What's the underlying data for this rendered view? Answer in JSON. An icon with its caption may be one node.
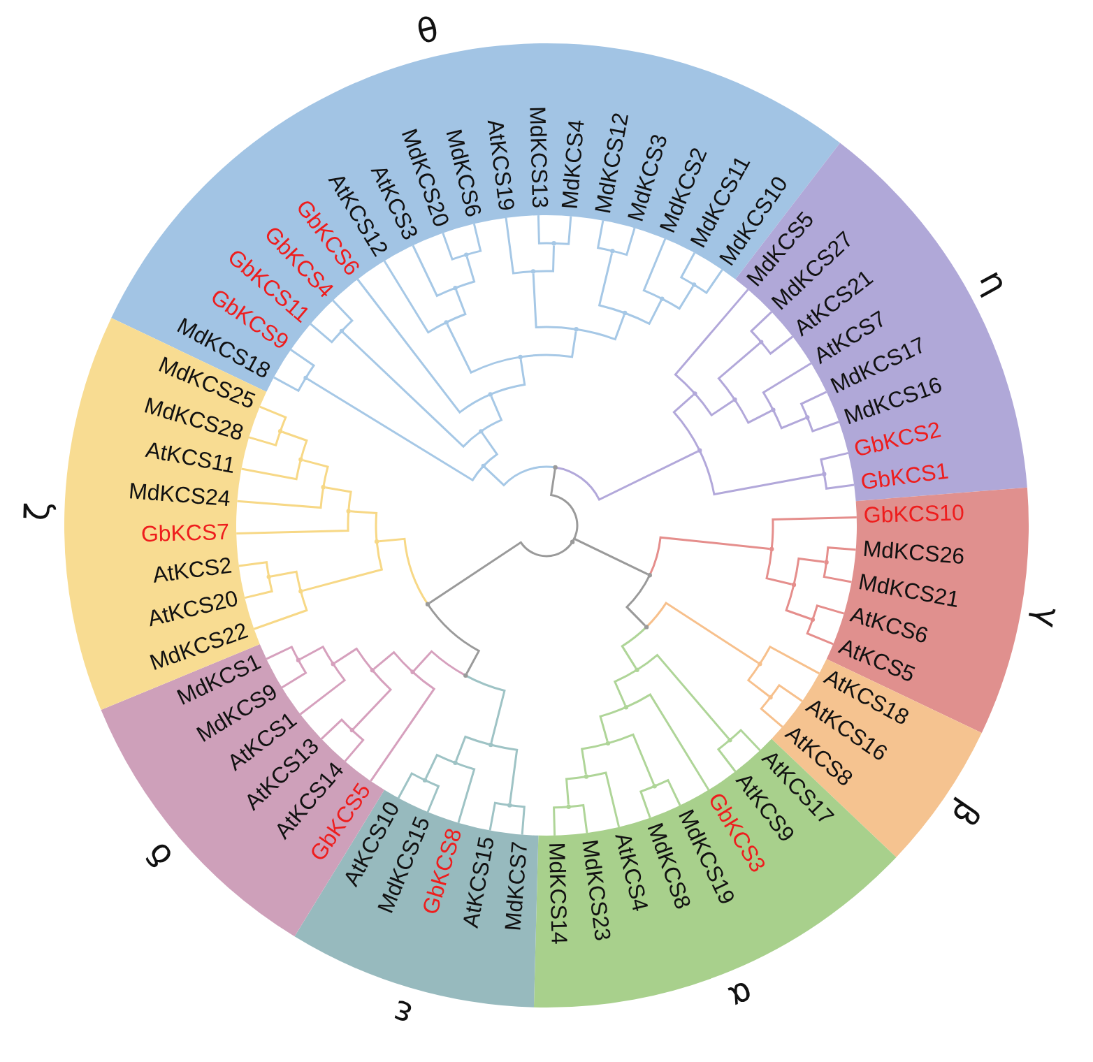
{
  "diagram": {
    "nodes": [
      {
        "text": [
          "θ"
        ]
      },
      {
        "text": [
          "η"
        ]
      },
      {
        "text": [
          "γ"
        ]
      },
      {
        "text": [
          "β"
        ]
      },
      {
        "text": [
          "α"
        ]
      },
      {
        "text": [
          "ε"
        ]
      },
      {
        "text": [
          "δ"
        ]
      },
      {
        "text": [
          "ζ"
        ]
      },
      {
        "text": [
          "MdKCS18"
        ],
        "in": 0
      },
      {
        "text": [
          "GbKCS9"
        ],
        "in": 0
      },
      {
        "text": [
          "GbKCS11"
        ],
        "in": 0
      },
      {
        "text": [
          "GbKCS4"
        ],
        "in": 0
      },
      {
        "text": [
          "GbKCS6"
        ],
        "in": 0
      },
      {
        "text": [
          "AtKCS12"
        ],
        "in": 0
      },
      {
        "text": [
          "AtKCS3"
        ],
        "in": 0
      },
      {
        "text": [
          "MdKCS20"
        ],
        "in": 0
      },
      {
        "text": [
          "MdKCS6"
        ],
        "in": 0
      },
      {
        "text": [
          "AtKCS19"
        ],
        "in": 0
      },
      {
        "text": [
          "MdKCS13"
        ],
        "in": 0
      },
      {
        "text": [
          "MdKCS4"
        ],
        "in": 0
      },
      {
        "text": [
          "MdKCS12"
        ],
        "in": 0
      },
      {
        "text": [
          "MdKCS3"
        ],
        "in": 0
      },
      {
        "text": [
          "MdKCS2"
        ],
        "in": 0
      },
      {
        "text": [
          "MdKCS11"
        ],
        "in": 0
      },
      {
        "text": [
          "MdKCS10"
        ],
        "in": 0
      },
      {
        "text": [
          "MdKCS5"
        ],
        "in": 1
      },
      {
        "text": [
          "MdKCS27"
        ],
        "in": 1
      },
      {
        "text": [
          "AtKCS21"
        ],
        "in": 1
      },
      {
        "text": [
          "AtKCS7"
        ],
        "in": 1
      },
      {
        "text": [
          "MdKCS17"
        ],
        "in": 1
      },
      {
        "text": [
          "MdKCS16"
        ],
        "in": 1
      },
      {
        "text": [
          "GbKCS2"
        ],
        "in": 1
      },
      {
        "text": [
          "GbKCS1"
        ],
        "in": 1
      },
      {
        "text": [
          "GbKCS10"
        ],
        "in": 2
      },
      {
        "text": [
          "MdKCS26"
        ],
        "in": 2
      },
      {
        "text": [
          "MdKCS21"
        ],
        "in": 2
      },
      {
        "text": [
          "AtKCS6"
        ],
        "in": 2
      },
      {
        "text": [
          "AtKCS5"
        ],
        "in": 2
      },
      {
        "text": [
          "AtKCS18"
        ],
        "in": 3
      },
      {
        "text": [
          "AtKCS16"
        ],
        "in": 3
      },
      {
        "text": [
          "AtKCS8"
        ],
        "in": 3
      },
      {
        "text": [
          "AtKCS17"
        ],
        "in": 4
      },
      {
        "text": [
          "AtKCS9"
        ],
        "in": 4
      },
      {
        "text": [
          "GbKCS3"
        ],
        "in": 4
      },
      {
        "text": [
          "MdKCS19"
        ],
        "in": 4
      },
      {
        "text": [
          "MdKCS8"
        ],
        "in": 4
      },
      {
        "text": [
          "AtKCS4"
        ],
        "in": 4
      },
      {
        "text": [
          "MdKCS23"
        ],
        "in": 4
      },
      {
        "text": [
          "MdKCS14"
        ],
        "in": 4
      },
      {
        "text": [
          "MdKCS7"
        ],
        "in": 5
      },
      {
        "text": [
          "AtKCS15"
        ],
        "in": 5
      },
      {
        "text": [
          "GbKCS8"
        ],
        "in": 5
      },
      {
        "text": [
          "MdKCS15"
        ],
        "in": 5
      },
      {
        "text": [
          "AtKCS10"
        ],
        "in": 5
      },
      {
        "text": [
          "GbKCS5"
        ],
        "in": 6
      },
      {
        "text": [
          "AtKCS14"
        ],
        "in": 6
      },
      {
        "text": [
          "AtKCS13"
        ],
        "in": 6
      },
      {
        "text": [
          "AtKCS1"
        ],
        "in": 6
      },
      {
        "text": [
          "MdKCS9"
        ],
        "in": 6
      },
      {
        "text": [
          "MdKCS1"
        ],
        "in": 6
      },
      {
        "text": [
          "MdKCS22"
        ],
        "in": 7
      },
      {
        "text": [
          "AtKCS20"
        ],
        "in": 7
      },
      {
        "text": [
          "AtKCS2"
        ],
        "in": 7
      },
      {
        "text": [
          "GbKCS7"
        ],
        "in": 7
      },
      {
        "text": [
          "MdKCS24"
        ],
        "in": 7
      },
      {
        "text": [
          "AtKCS11"
        ],
        "in": 7
      },
      {
        "text": [
          "MdKCS28"
        ],
        "in": 7
      },
      {
        "text": [
          "MdKCS25"
        ],
        "in": 7
      },
      {
        "text": [],
        "shape": "dot"
      },
      {
        "text": [],
        "shape": "dot"
      },
      {
        "text": [],
        "shape": "dot"
      },
      {
        "text": [],
        "shape": "dot"
      },
      {
        "text": [],
        "shape": "dot"
      },
      {
        "text": [],
        "shape": "dot"
      },
      {
        "text": [],
        "shape": "dot"
      },
      {
        "text": [],
        "shape": "dot"
      },
      {
        "text": [],
        "shape": "dot"
      },
      {
        "text": [],
        "shape": "dot"
      },
      {
        "text": [],
        "shape": "dot"
      },
      {
        "text": [],
        "shape": "dot"
      },
      {
        "text": [],
        "shape": "dot"
      },
      {
        "text": [],
        "shape": "dot"
      },
      {
        "text": [],
        "shape": "dot"
      },
      {
        "text": [],
        "shape": "dot"
      },
      {
        "text": [],
        "shape": "dot"
      },
      {
        "text": [],
        "shape": "dot"
      },
      {
        "text": [],
        "shape": "dot"
      },
      {
        "text": [],
        "shape": "dot"
      },
      {
        "text": [],
        "shape": "dot"
      },
      {
        "text": [],
        "shape": "dot"
      },
      {
        "text": [],
        "shape": "dot"
      },
      {
        "text": [],
        "shape": "dot"
      },
      {
        "text": [],
        "shape": "dot"
      },
      {
        "text": [],
        "shape": "dot"
      },
      {
        "text": [],
        "shape": "dot"
      },
      {
        "text": [],
        "shape": "dot"
      },
      {
        "text": [],
        "shape": "dot"
      },
      {
        "text": [],
        "shape": "dot"
      },
      {
        "text": [],
        "shape": "dot"
      },
      {
        "text": [],
        "shape": "dot"
      },
      {
        "text": [],
        "shape": "dot"
      },
      {
        "text": [],
        "shape": "dot"
      },
      {
        "text": [],
        "shape": "dot"
      },
      {
        "text": [],
        "shape": "dot"
      },
      {
        "text": [],
        "shape": "dot"
      },
      {
        "text": [],
        "shape": "dot"
      },
      {
        "text": [],
        "shape": "dot"
      },
      {
        "text": [],
        "shape": "dot"
      },
      {
        "text": [],
        "shape": "dot"
      },
      {
        "text": [],
        "shape": "dot"
      },
      {
        "text": [],
        "shape": "dot"
      },
      {
        "text": [],
        "shape": "dot"
      },
      {
        "text": [],
        "shape": "dot"
      },
      {
        "text": [],
        "shape": "dot"
      },
      {
        "text": [],
        "shape": "dot"
      },
      {
        "text": [],
        "shape": "dot"
      },
      {
        "text": [],
        "shape": "dot"
      },
      {
        "text": [],
        "shape": "dot"
      },
      {
        "text": [],
        "shape": "dot"
      },
      {
        "text": [],
        "shape": "dot"
      },
      {
        "text": [],
        "shape": "dot"
      },
      {
        "text": [],
        "shape": "dot"
      },
      {
        "text": [],
        "shape": "dot"
      },
      {
        "text": [],
        "shape": "dot"
      },
      {
        "text": [],
        "shape": "dot"
      },
      {
        "text": [],
        "shape": "dot"
      }
    ],
    "edges": [
      {
        "from": 68,
        "to": 69,
        "arrow": "none"
      },
      {
        "from": 68,
        "to": 70,
        "arrow": "none"
      },
      {
        "from": 68,
        "to": 72,
        "arrow": "none"
      },
      {
        "from": 70,
        "to": 71,
        "arrow": "none"
      },
      {
        "from": 72,
        "to": 73,
        "arrow": "none"
      },
      {
        "from": 69,
        "to": 74,
        "arrow": "none",
        "color": "#a6c8e6"
      },
      {
        "from": 74,
        "to": 82,
        "arrow": "none",
        "color": "#a6c8e6"
      },
      {
        "from": 74,
        "to": 83,
        "arrow": "none",
        "color": "#a6c8e6"
      },
      {
        "from": 82,
        "to": 8,
        "arrow": "none",
        "color": "#a6c8e6"
      },
      {
        "from": 82,
        "to": 9,
        "arrow": "none",
        "color": "#a6c8e6"
      },
      {
        "from": 83,
        "to": 84,
        "arrow": "none",
        "color": "#a6c8e6"
      },
      {
        "from": 83,
        "to": 85,
        "arrow": "none",
        "color": "#a6c8e6"
      },
      {
        "from": 84,
        "to": 10,
        "arrow": "none",
        "color": "#a6c8e6"
      },
      {
        "from": 84,
        "to": 11,
        "arrow": "none",
        "color": "#a6c8e6"
      },
      {
        "from": 85,
        "to": 12,
        "arrow": "none",
        "color": "#a6c8e6"
      },
      {
        "from": 85,
        "to": 86,
        "arrow": "none",
        "color": "#a6c8e6"
      },
      {
        "from": 86,
        "to": 87,
        "arrow": "none",
        "color": "#a6c8e6"
      },
      {
        "from": 86,
        "to": 90,
        "arrow": "none",
        "color": "#a6c8e6"
      },
      {
        "from": 87,
        "to": 13,
        "arrow": "none",
        "color": "#a6c8e6"
      },
      {
        "from": 87,
        "to": 88,
        "arrow": "none",
        "color": "#a6c8e6"
      },
      {
        "from": 88,
        "to": 14,
        "arrow": "none",
        "color": "#a6c8e6"
      },
      {
        "from": 88,
        "to": 89,
        "arrow": "none",
        "color": "#a6c8e6"
      },
      {
        "from": 89,
        "to": 15,
        "arrow": "none",
        "color": "#a6c8e6"
      },
      {
        "from": 89,
        "to": 16,
        "arrow": "none",
        "color": "#a6c8e6"
      },
      {
        "from": 90,
        "to": 91,
        "arrow": "none",
        "color": "#a6c8e6"
      },
      {
        "from": 90,
        "to": 92,
        "arrow": "none",
        "color": "#a6c8e6"
      },
      {
        "from": 91,
        "to": 17,
        "arrow": "none",
        "color": "#a6c8e6"
      },
      {
        "from": 91,
        "to": 93,
        "arrow": "none",
        "color": "#a6c8e6"
      },
      {
        "from": 93,
        "to": 18,
        "arrow": "none",
        "color": "#a6c8e6"
      },
      {
        "from": 93,
        "to": 19,
        "arrow": "none",
        "color": "#a6c8e6"
      },
      {
        "from": 92,
        "to": 94,
        "arrow": "none",
        "color": "#a6c8e6"
      },
      {
        "from": 92,
        "to": 95,
        "arrow": "none",
        "color": "#a6c8e6"
      },
      {
        "from": 94,
        "to": 20,
        "arrow": "none",
        "color": "#a6c8e6"
      },
      {
        "from": 94,
        "to": 21,
        "arrow": "none",
        "color": "#a6c8e6"
      },
      {
        "from": 95,
        "to": 22,
        "arrow": "none",
        "color": "#a6c8e6"
      },
      {
        "from": 95,
        "to": 96,
        "arrow": "none",
        "color": "#a6c8e6"
      },
      {
        "from": 96,
        "to": 23,
        "arrow": "none",
        "color": "#a6c8e6"
      },
      {
        "from": 96,
        "to": 24,
        "arrow": "none",
        "color": "#a6c8e6"
      },
      {
        "from": 69,
        "to": 75,
        "arrow": "none",
        "color": "#b2a8da"
      },
      {
        "from": 75,
        "to": 97,
        "arrow": "none",
        "color": "#b2a8da"
      },
      {
        "from": 75,
        "to": 98,
        "arrow": "none",
        "color": "#b2a8da"
      },
      {
        "from": 97,
        "to": 25,
        "arrow": "none",
        "color": "#b2a8da"
      },
      {
        "from": 97,
        "to": 99,
        "arrow": "none",
        "color": "#b2a8da"
      },
      {
        "from": 99,
        "to": 100,
        "arrow": "none",
        "color": "#b2a8da"
      },
      {
        "from": 99,
        "to": 101,
        "arrow": "none",
        "color": "#b2a8da"
      },
      {
        "from": 100,
        "to": 26,
        "arrow": "none",
        "color": "#b2a8da"
      },
      {
        "from": 100,
        "to": 27,
        "arrow": "none",
        "color": "#b2a8da"
      },
      {
        "from": 101,
        "to": 28,
        "arrow": "none",
        "color": "#b2a8da"
      },
      {
        "from": 101,
        "to": 102,
        "arrow": "none",
        "color": "#b2a8da"
      },
      {
        "from": 102,
        "to": 29,
        "arrow": "none",
        "color": "#b2a8da"
      },
      {
        "from": 102,
        "to": 30,
        "arrow": "none",
        "color": "#b2a8da"
      },
      {
        "from": 98,
        "to": 31,
        "arrow": "none",
        "color": "#b2a8da"
      },
      {
        "from": 98,
        "to": 32,
        "arrow": "none",
        "color": "#b2a8da"
      },
      {
        "from": 70,
        "to": 76,
        "arrow": "none",
        "color": "#e58e8c"
      },
      {
        "from": 76,
        "to": 33,
        "arrow": "none",
        "color": "#e58e8c"
      },
      {
        "from": 76,
        "to": 103,
        "arrow": "none",
        "color": "#e58e8c"
      },
      {
        "from": 103,
        "to": 104,
        "arrow": "none",
        "color": "#e58e8c"
      },
      {
        "from": 103,
        "to": 105,
        "arrow": "none",
        "color": "#e58e8c"
      },
      {
        "from": 104,
        "to": 34,
        "arrow": "none",
        "color": "#e58e8c"
      },
      {
        "from": 104,
        "to": 35,
        "arrow": "none",
        "color": "#e58e8c"
      },
      {
        "from": 105,
        "to": 36,
        "arrow": "none",
        "color": "#e58e8c"
      },
      {
        "from": 105,
        "to": 37,
        "arrow": "none",
        "color": "#e58e8c"
      },
      {
        "from": 71,
        "to": 77,
        "arrow": "none",
        "color": "#f7c08c"
      },
      {
        "from": 77,
        "to": 38,
        "arrow": "none",
        "color": "#f7c08c"
      },
      {
        "from": 77,
        "to": 106,
        "arrow": "none",
        "color": "#f7c08c"
      },
      {
        "from": 106,
        "to": 39,
        "arrow": "none",
        "color": "#f7c08c"
      },
      {
        "from": 106,
        "to": 40,
        "arrow": "none",
        "color": "#f7c08c"
      },
      {
        "from": 71,
        "to": 78,
        "arrow": "none",
        "color": "#afd598"
      },
      {
        "from": 78,
        "to": 107,
        "arrow": "none",
        "color": "#afd598"
      },
      {
        "from": 78,
        "to": 108,
        "arrow": "none",
        "color": "#afd598"
      },
      {
        "from": 107,
        "to": 41,
        "arrow": "none",
        "color": "#afd598"
      },
      {
        "from": 107,
        "to": 42,
        "arrow": "none",
        "color": "#afd598"
      },
      {
        "from": 108,
        "to": 43,
        "arrow": "none",
        "color": "#afd598"
      },
      {
        "from": 108,
        "to": 109,
        "arrow": "none",
        "color": "#afd598"
      },
      {
        "from": 109,
        "to": 110,
        "arrow": "none",
        "color": "#afd598"
      },
      {
        "from": 109,
        "to": 111,
        "arrow": "none",
        "color": "#afd598"
      },
      {
        "from": 110,
        "to": 44,
        "arrow": "none",
        "color": "#afd598"
      },
      {
        "from": 110,
        "to": 45,
        "arrow": "none",
        "color": "#afd598"
      },
      {
        "from": 111,
        "to": 46,
        "arrow": "none",
        "color": "#afd598"
      },
      {
        "from": 111,
        "to": 112,
        "arrow": "none",
        "color": "#afd598"
      },
      {
        "from": 112,
        "to": 47,
        "arrow": "none",
        "color": "#afd598"
      },
      {
        "from": 112,
        "to": 48,
        "arrow": "none",
        "color": "#afd598"
      },
      {
        "from": 73,
        "to": 79,
        "arrow": "none",
        "color": "#9ec3c5"
      },
      {
        "from": 79,
        "to": 113,
        "arrow": "none",
        "color": "#9ec3c5"
      },
      {
        "from": 79,
        "to": 114,
        "arrow": "none",
        "color": "#9ec3c5"
      },
      {
        "from": 113,
        "to": 49,
        "arrow": "none",
        "color": "#9ec3c5"
      },
      {
        "from": 113,
        "to": 50,
        "arrow": "none",
        "color": "#9ec3c5"
      },
      {
        "from": 114,
        "to": 51,
        "arrow": "none",
        "color": "#9ec3c5"
      },
      {
        "from": 114,
        "to": 115,
        "arrow": "none",
        "color": "#9ec3c5"
      },
      {
        "from": 115,
        "to": 52,
        "arrow": "none",
        "color": "#9ec3c5"
      },
      {
        "from": 115,
        "to": 53,
        "arrow": "none",
        "color": "#9ec3c5"
      },
      {
        "from": 73,
        "to": 80,
        "arrow": "none",
        "color": "#d6a0bd"
      },
      {
        "from": 80,
        "to": 54,
        "arrow": "none",
        "color": "#d6a0bd"
      },
      {
        "from": 80,
        "to": 116,
        "arrow": "none",
        "color": "#d6a0bd"
      },
      {
        "from": 116,
        "to": 117,
        "arrow": "none",
        "color": "#d6a0bd"
      },
      {
        "from": 116,
        "to": 118,
        "arrow": "none",
        "color": "#d6a0bd"
      },
      {
        "from": 117,
        "to": 55,
        "arrow": "none",
        "color": "#d6a0bd"
      },
      {
        "from": 117,
        "to": 56,
        "arrow": "none",
        "color": "#d6a0bd"
      },
      {
        "from": 118,
        "to": 57,
        "arrow": "none",
        "color": "#d6a0bd"
      },
      {
        "from": 118,
        "to": 119,
        "arrow": "none",
        "color": "#d6a0bd"
      },
      {
        "from": 119,
        "to": 58,
        "arrow": "none",
        "color": "#d6a0bd"
      },
      {
        "from": 119,
        "to": 59,
        "arrow": "none",
        "color": "#d6a0bd"
      },
      {
        "from": 72,
        "to": 81,
        "arrow": "none",
        "color": "#f7d886"
      },
      {
        "from": 81,
        "to": 120,
        "arrow": "none",
        "color": "#f7d886"
      },
      {
        "from": 81,
        "to": 121,
        "arrow": "none",
        "color": "#f7d886"
      },
      {
        "from": 120,
        "to": 60,
        "arrow": "none",
        "color": "#f7d886"
      },
      {
        "from": 120,
        "to": 122,
        "arrow": "none",
        "color": "#f7d886"
      },
      {
        "from": 122,
        "to": 61,
        "arrow": "none",
        "color": "#f7d886"
      },
      {
        "from": 122,
        "to": 62,
        "arrow": "none",
        "color": "#f7d886"
      },
      {
        "from": 121,
        "to": 63,
        "arrow": "none",
        "color": "#f7d886"
      },
      {
        "from": 121,
        "to": 123,
        "arrow": "none",
        "color": "#f7d886"
      },
      {
        "from": 123,
        "to": 64,
        "arrow": "none",
        "color": "#f7d886"
      },
      {
        "from": 123,
        "to": 124,
        "arrow": "none",
        "color": "#f7d886"
      },
      {
        "from": 124,
        "to": 65,
        "arrow": "none",
        "color": "#f7d886"
      },
      {
        "from": 124,
        "to": 125,
        "arrow": "none",
        "color": "#f7d886"
      },
      {
        "from": 125,
        "to": 66,
        "arrow": "none",
        "color": "#f7d886"
      },
      {
        "from": 125,
        "to": 67,
        "arrow": "none",
        "color": "#f7d886"
      }
    ]
  }
}
